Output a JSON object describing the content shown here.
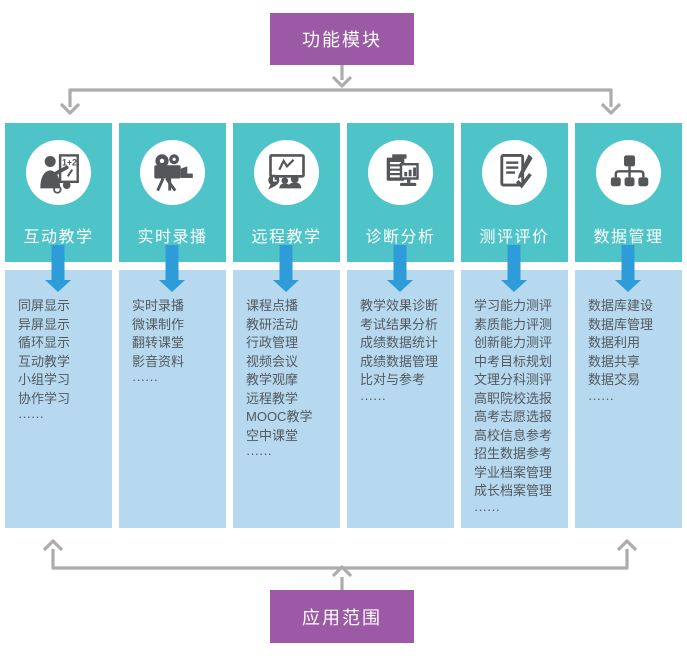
{
  "diagram": {
    "top_label": "功能模块",
    "bottom_label": "应用范围",
    "modules": [
      {
        "title": "互动教学",
        "icon": "teacher-blackboard-icon",
        "items": [
          "同屏显示",
          "异屏显示",
          "循环显示",
          "互动教学",
          "小组学习",
          "协作学习",
          "······"
        ]
      },
      {
        "title": "实时录播",
        "icon": "video-camera-icon",
        "items": [
          "实时录播",
          "微课制作",
          "翻转课堂",
          "影音资料",
          "······"
        ]
      },
      {
        "title": "远程教学",
        "icon": "remote-teaching-icon",
        "items": [
          "课程点播",
          "教研活动",
          "行政管理",
          "视频会议",
          "教学观摩",
          "远程教学",
          "MOOC教学",
          "空中课堂",
          "······"
        ]
      },
      {
        "title": "诊断分析",
        "icon": "diagnosis-chart-icon",
        "items": [
          "教学效果诊断",
          "考试结果分析",
          "成绩数据统计",
          "成绩数据管理",
          "比对与参考",
          "······"
        ]
      },
      {
        "title": "测评评价",
        "icon": "evaluation-checklist-icon",
        "items": [
          "学习能力测评",
          "素质能力评测",
          "创新能力测评",
          "中考目标规划",
          "文理分科测评",
          "高职院校选报",
          "高考志愿选报",
          "高校信息参考",
          "招生数据参考",
          "学业档案管理",
          "成长档案管理",
          "······"
        ]
      },
      {
        "title": "数据管理",
        "icon": "data-hierarchy-icon",
        "items": [
          "数据库建设",
          "数据库管理",
          "数据利用",
          "数据共享",
          "数据交易",
          "······"
        ]
      }
    ],
    "colors": {
      "module_teal": "#4FC4C8",
      "list_blue": "#B6D9F0",
      "label_purple": "#9C59A5",
      "connector_blue": "#2D9CD8",
      "line_gray": "#ACACAC",
      "icon_gray": "#54565A",
      "list_text": "#53595E"
    }
  }
}
